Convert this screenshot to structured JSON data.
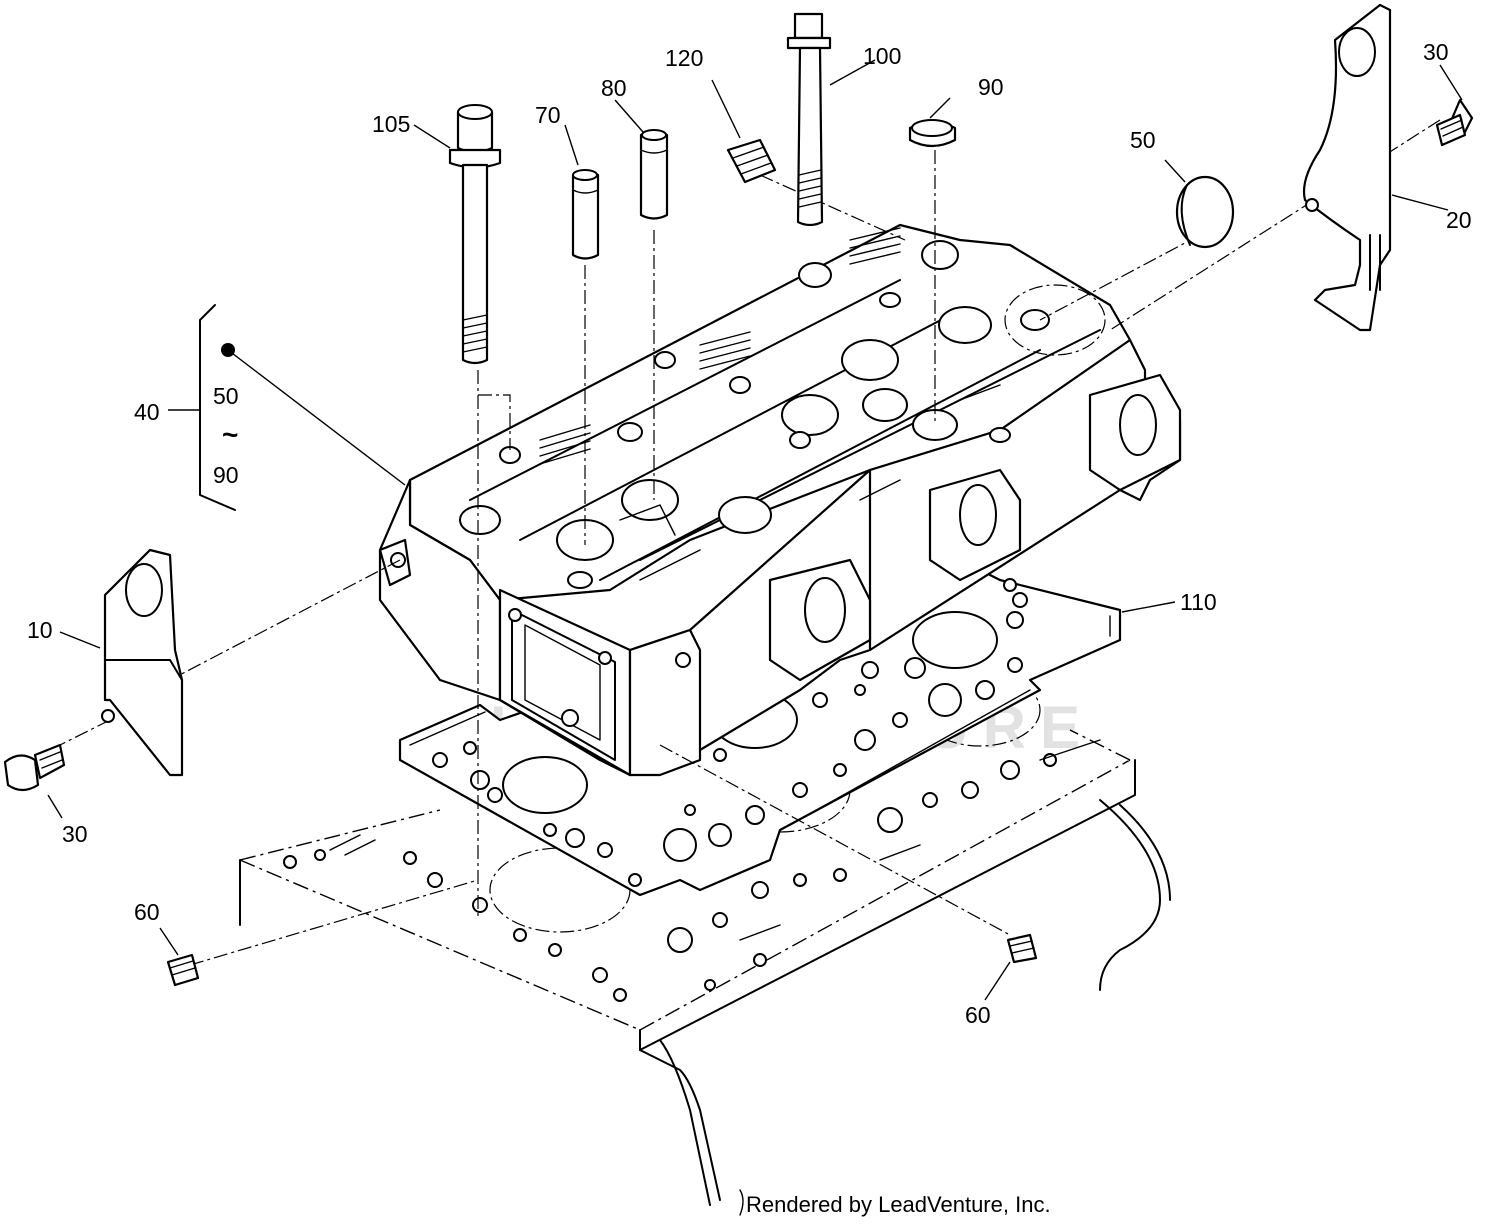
{
  "callouts": {
    "c10": "10",
    "c20": "20",
    "c30_left": "30",
    "c30_right": "30",
    "c40": "40",
    "c40_range_start": "50",
    "c40_range_tilde": "~",
    "c40_range_end": "90",
    "c50": "50",
    "c60_left": "60",
    "c60_right": "60",
    "c70": "70",
    "c80": "80",
    "c90": "90",
    "c100": "100",
    "c105": "105",
    "c110": "110",
    "c120": "120"
  },
  "watermark": "LEADVENTURE",
  "footer": "Rendered by LeadVenture, Inc."
}
